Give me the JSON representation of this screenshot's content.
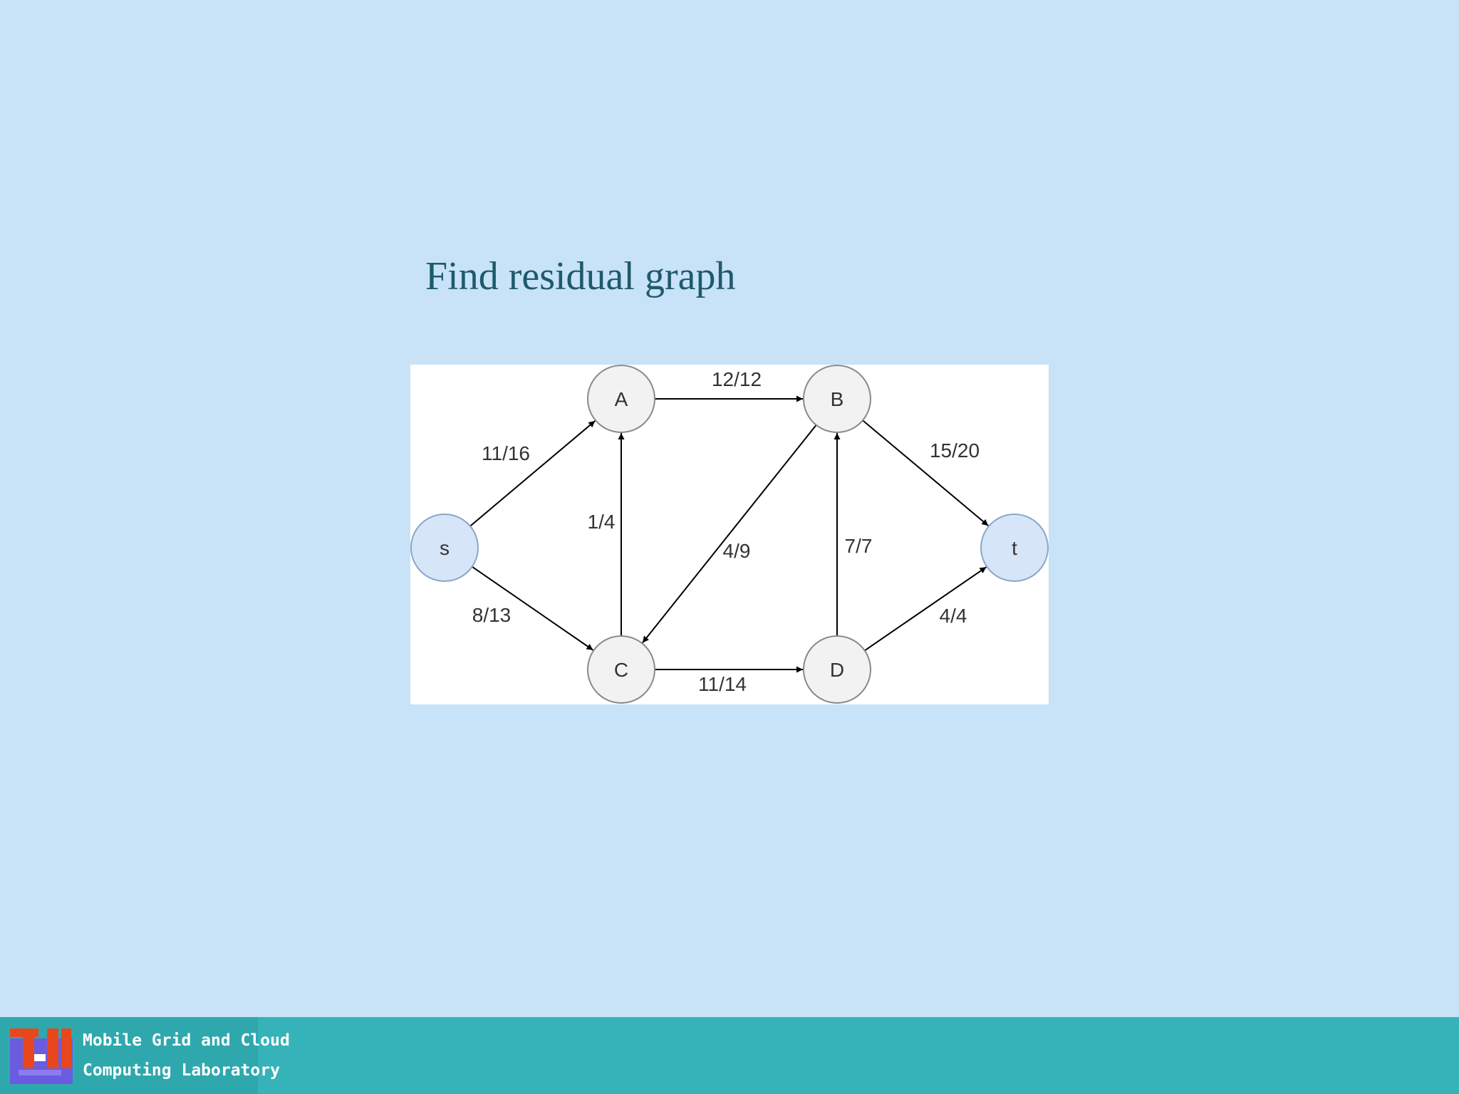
{
  "slide": {
    "title": "Find residual graph"
  },
  "graph": {
    "nodes": [
      {
        "id": "s",
        "label": "s",
        "kind": "terminal"
      },
      {
        "id": "A",
        "label": "A",
        "kind": "inner"
      },
      {
        "id": "B",
        "label": "B",
        "kind": "inner"
      },
      {
        "id": "C",
        "label": "C",
        "kind": "inner"
      },
      {
        "id": "D",
        "label": "D",
        "kind": "inner"
      },
      {
        "id": "t",
        "label": "t",
        "kind": "terminal"
      }
    ],
    "edges": [
      {
        "from": "s",
        "to": "A",
        "label": "11/16"
      },
      {
        "from": "s",
        "to": "C",
        "label": "8/13"
      },
      {
        "from": "A",
        "to": "B",
        "label": "12/12"
      },
      {
        "from": "C",
        "to": "A",
        "label": "1/4"
      },
      {
        "from": "B",
        "to": "C",
        "label": "4/9"
      },
      {
        "from": "C",
        "to": "D",
        "label": "11/14"
      },
      {
        "from": "D",
        "to": "B",
        "label": "7/7"
      },
      {
        "from": "B",
        "to": "t",
        "label": "15/20"
      },
      {
        "from": "D",
        "to": "t",
        "label": "4/4"
      }
    ]
  },
  "footer": {
    "line1": "Mobile Grid and Cloud",
    "line2": "Computing Laboratory"
  },
  "colors": {
    "background": "#c8e2f7",
    "title": "#1e5a6b",
    "terminal_node_fill": "#d6e6f8",
    "inner_node_fill": "#f2f2f2",
    "footer": "#35b3b8"
  }
}
